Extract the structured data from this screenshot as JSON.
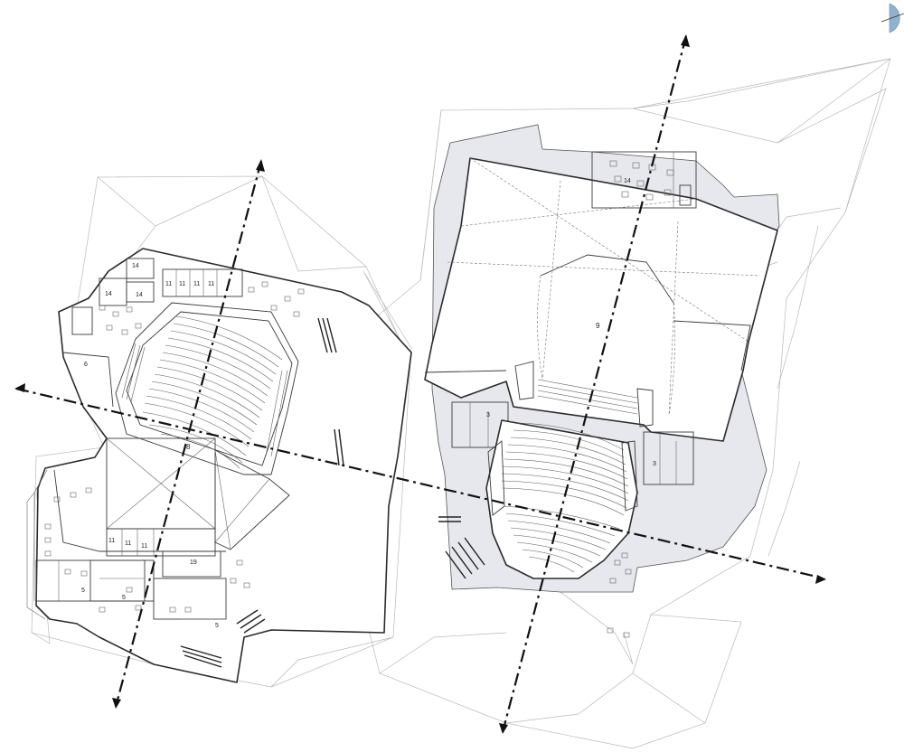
{
  "labels": {
    "hall_small": "8",
    "hall_large": "9",
    "room_14_a": "14",
    "room_14_b": "14",
    "room_14_c": "14",
    "room_14_d": "14",
    "room_11_a": "11",
    "room_11_b": "11",
    "room_11_c": "11",
    "room_11_d": "11",
    "room_11_e": "11",
    "room_11_f": "11",
    "room_11_g": "11",
    "room_6": "6",
    "room_19": "19",
    "room_5_a": "5",
    "room_5_b": "5",
    "room_5_c": "5",
    "room_3_a": "3",
    "room_3_b": "3"
  },
  "colors": {
    "compass_fill": "#8fb3cf",
    "shaded_area": "#e6e8ee",
    "wall": "#2b2b2b",
    "site_line": "#b9b9b9",
    "axis": "#111111"
  },
  "icons": {
    "compass": "north-arrow-icon",
    "axis_arrow": "section-arrow-icon"
  }
}
